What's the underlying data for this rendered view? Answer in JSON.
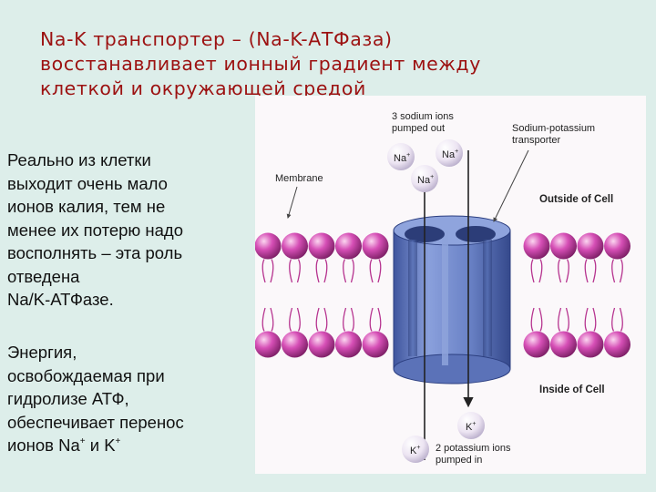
{
  "slide": {
    "title_lines": [
      "Na-K транспортер – (Na-K-АТФаза)",
      "восстанавливает ионный градиент между",
      "клеткой и окружающей средой"
    ]
  },
  "paragraph1": {
    "lines": [
      "Реально из клетки",
      "выходит очень мало",
      "ионов калия, тем не",
      "менее их потерю надо",
      "восполнять – эта роль",
      "отведена",
      "Na/K-АТФазе."
    ]
  },
  "paragraph2": {
    "lines": [
      "Энергия,",
      "освобождаемая при",
      "гидролизе АТФ,",
      "обеспечивает перенос"
    ],
    "last_line": {
      "prefix": "ионов Na",
      "sup1": "+",
      "middle": " и K",
      "sup2": "+"
    }
  },
  "figure": {
    "labels": {
      "sodium_pumped_1": "3 sodium ions",
      "sodium_pumped_2": "pumped out",
      "transporter_1": "Sodium-potassium",
      "transporter_2": "transporter",
      "membrane": "Membrane",
      "outside": "Outside of Cell",
      "inside": "Inside of Cell",
      "potassium_pumped_1": "2 potassium ions",
      "potassium_pumped_2": "pumped in"
    },
    "ions": {
      "na_1": {
        "symbol": "Na",
        "charge": "+"
      },
      "na_2": {
        "symbol": "Na",
        "charge": "+"
      },
      "na_3": {
        "symbol": "Na",
        "charge": "+"
      },
      "k_1": {
        "symbol": "K",
        "charge": "+"
      },
      "k_2": {
        "symbol": "K",
        "charge": "+"
      }
    },
    "colors": {
      "panel": "#fbf8fa",
      "phospholipid_head": "#d64fb6",
      "protein": "#6a82c6",
      "ion_sphere": "#ece4f2",
      "text_heading": "#9c1111"
    }
  }
}
